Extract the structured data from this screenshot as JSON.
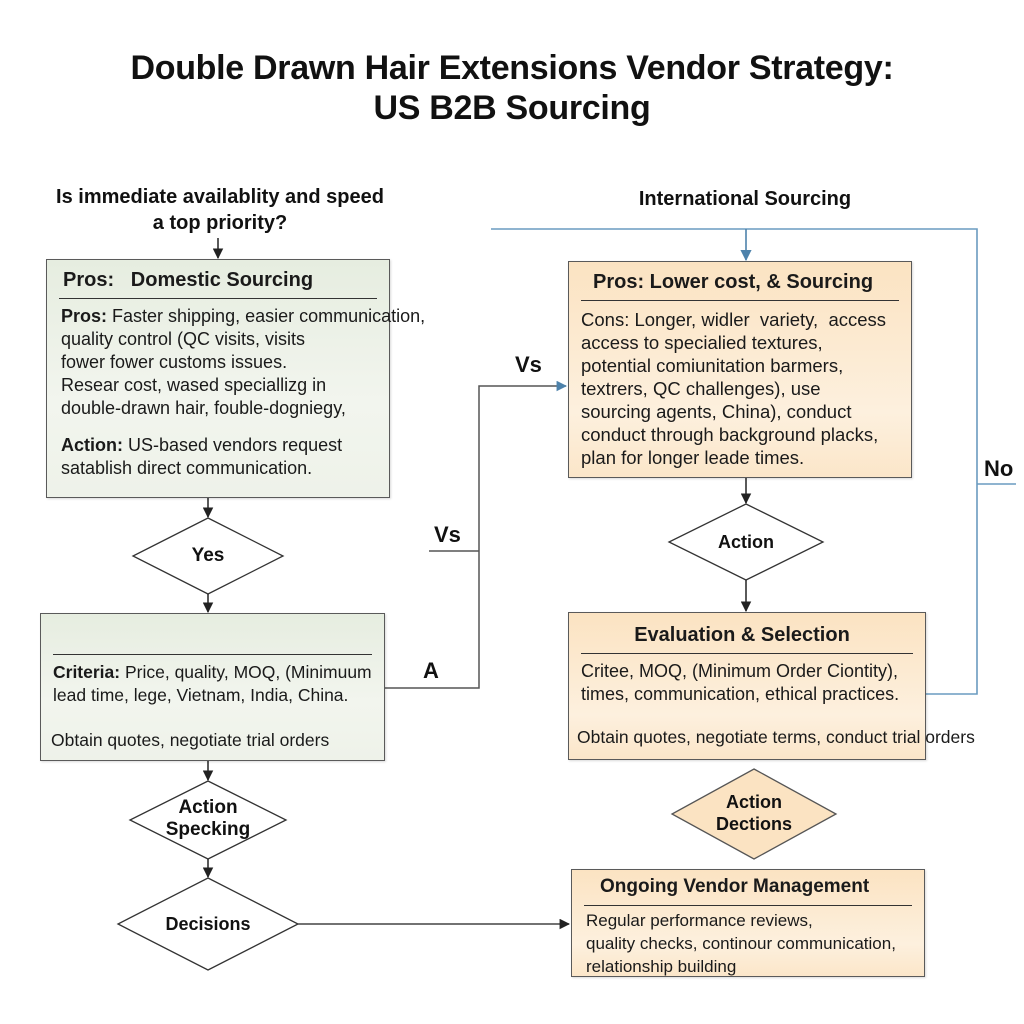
{
  "title": {
    "line1": "Double Drawn Hair Extensions Vendor Strategy:",
    "line2": "US B2B Sourcing"
  },
  "left": {
    "question": {
      "line1": "Is immediate availablity and speed",
      "line2": "a top priority?"
    },
    "domestic_box": {
      "header": "Pros:   Domestic Sourcing",
      "pros_label": "Pros:",
      "pros_text": [
        " Faster shipping, easier communication,",
        "quality control (QC visits, visits",
        "fower fower customs issues.",
        "Resear cost, wased speciallizg in",
        "double-drawn hair, fouble-dogniegy,"
      ],
      "action_label": "Action:",
      "action_text": [
        " US-based vendors request",
        "satablish direct communication."
      ]
    },
    "yes_decision": "Yes",
    "criteria_box": {
      "criteria_label": "Criteria:",
      "criteria_text": [
        " Price, quality, MOQ, (Minimuum",
        "lead time, lege, Vietnam, India, China."
      ],
      "footer": "Obtain quotes, negotiate trial orders"
    },
    "action_specking": {
      "line1": "Action",
      "line2": "Specking"
    },
    "decisions": "Decisions"
  },
  "connectors": {
    "vs_upper": "Vs",
    "vs_lower": "Vs",
    "a_label": "A",
    "no_label": "No"
  },
  "right": {
    "heading": "International Sourcing",
    "intl_box": {
      "header": "Pros: Lower cost, & Sourcing",
      "body": [
        "Cons: Longer, widler  variety,  access",
        "access to specialied textures,",
        "potential comiunitation barmers,",
        "textrers, QC challenges), use",
        "sourcing agents, China), conduct",
        "conduct through background placks,",
        "plan for longer leade times."
      ]
    },
    "action_decision": "Action",
    "evaluation_box": {
      "header": "Evaluation & Selection",
      "body": [
        "Critee, MOQ, (Minimum Order Ciontity),",
        "times, communication, ethical practices."
      ],
      "footer": "Obtain quotes, negotiate terms, conduct trial orders"
    },
    "action_dections": {
      "line1": "Action",
      "line2": "Dections"
    },
    "ongoing_box": {
      "header": "Ongoing Vendor Management",
      "body": [
        "Regular performance reviews,",
        "quality checks, continour communication,",
        "relationship building"
      ]
    }
  },
  "colors": {
    "domestic_fill": "#eef2e9",
    "international_fill": "#fcebd3",
    "diamond_orange_fill": "#fbe3c2",
    "connector_dark": "#333333",
    "connector_blue": "#5b8fb5"
  }
}
